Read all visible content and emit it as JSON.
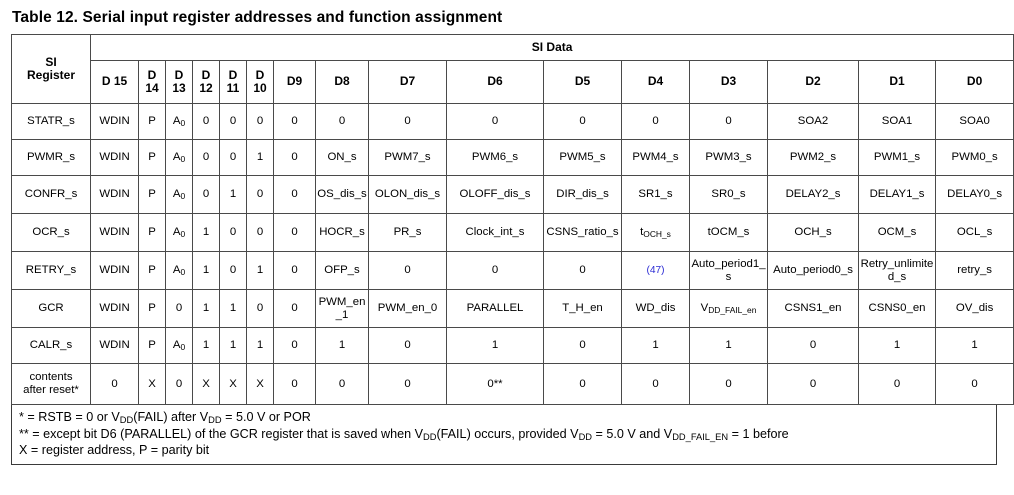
{
  "title": "Table 12.  Serial input register addresses and function assignment",
  "table": {
    "group_header": "SI Data",
    "row_header_label": "SI\nRegister",
    "row_header_line1": "SI",
    "row_header_line2": "Register",
    "columns": [
      "D 15",
      "D\n14",
      "D\n13",
      "D\n12",
      "D\n11",
      "D\n10",
      "D9",
      "D8",
      "D7",
      "D6",
      "D5",
      "D4",
      "D3",
      "D2",
      "D1",
      "D0"
    ],
    "columns_flat": [
      "D 15",
      "D 14",
      "D 13",
      "D 12",
      "D 11",
      "D 10",
      "D9",
      "D8",
      "D7",
      "D6",
      "D5",
      "D4",
      "D3",
      "D2",
      "D1",
      "D0"
    ],
    "rows": [
      {
        "name": "STATR_s",
        "cells": [
          "WDIN",
          "P",
          "A0",
          "0",
          "0",
          "0",
          "0",
          "0",
          "0",
          "0",
          "0",
          "0",
          "0",
          "SOA2",
          "SOA1",
          "SOA0"
        ]
      },
      {
        "name": "PWMR_s",
        "cells": [
          "WDIN",
          "P",
          "A0",
          "0",
          "0",
          "1",
          "0",
          "ON_s",
          "PWM7_s",
          "PWM6_s",
          "PWM5_s",
          "PWM4_s",
          "PWM3_s",
          "PWM2_s",
          "PWM1_s",
          "PWM0_s"
        ]
      },
      {
        "name": "CONFR_s",
        "cells": [
          "WDIN",
          "P",
          "A0",
          "0",
          "1",
          "0",
          "0",
          "OS_dis_s",
          "OLON_dis_s",
          "OLOFF_dis_s",
          "DIR_dis_s",
          "SR1_s",
          "SR0_s",
          "DELAY2_s",
          "DELAY1_s",
          "DELAY0_s"
        ]
      },
      {
        "name": "OCR_s",
        "cells": [
          "WDIN",
          "P",
          "A0",
          "1",
          "0",
          "0",
          "0",
          "HOCR_s",
          "PR_s",
          "Clock_int_s",
          "CSNS_ratio_s",
          "tOCH_s",
          "tOCM_s",
          "OCH_s",
          "OCM_s",
          "OCL_s"
        ]
      },
      {
        "name": "RETRY_s",
        "cells": [
          "WDIN",
          "P",
          "A0",
          "1",
          "0",
          "1",
          "0",
          "OFP_s",
          "0",
          "0",
          "0",
          "(47)",
          "Auto_period1_s",
          "Auto_period0_s",
          "Retry_unlimited_s",
          "retry_s"
        ]
      },
      {
        "name": "GCR",
        "cells": [
          "WDIN",
          "P",
          "0",
          "1",
          "1",
          "0",
          "0",
          "PWM_en_1",
          "PWM_en_0",
          "PARALLEL",
          "T_H_en",
          "WD_dis",
          "VDD_FAIL_en",
          "CSNS1_en",
          "CSNS0_en",
          "OV_dis"
        ]
      },
      {
        "name": "CALR_s",
        "cells": [
          "WDIN",
          "P",
          "A0",
          "1",
          "1",
          "1",
          "0",
          "1",
          "0",
          "1",
          "0",
          "1",
          "1",
          "0",
          "1",
          "1"
        ]
      },
      {
        "name": "contents after reset*",
        "name_line1": "contents",
        "name_line2": "after reset*",
        "cells": [
          "0",
          "X",
          "0",
          "X",
          "X",
          "X",
          "0",
          "0",
          "0",
          "0**",
          "0",
          "0",
          "0",
          "0",
          "0",
          "0"
        ]
      }
    ]
  },
  "notes": {
    "note1_prefix": "* = RSTB = 0 or V",
    "note1_sub1": "DD",
    "note1_mid": "(FAIL) after V",
    "note1_sub2": "DD",
    "note1_end": " = 5.0 V or POR",
    "note2_prefix": "** = except bit D6 (PARALLEL) of the GCR register that is saved when V",
    "note2_sub1": "DD",
    "note2_mid": "(FAIL) occurs, provided V",
    "note2_sub2": "DD",
    "note2_mid2": " = 5.0 V and V",
    "note2_sub3": "DD_FAIL_EN",
    "note2_end": " = 1 before",
    "note3": "X = register address, P = parity bit"
  },
  "colors": {
    "link": "#2b2bd4",
    "border": "#4a4a4a",
    "outer_border": "#3a3a3a",
    "text": "#000000",
    "background": "#ffffff"
  }
}
